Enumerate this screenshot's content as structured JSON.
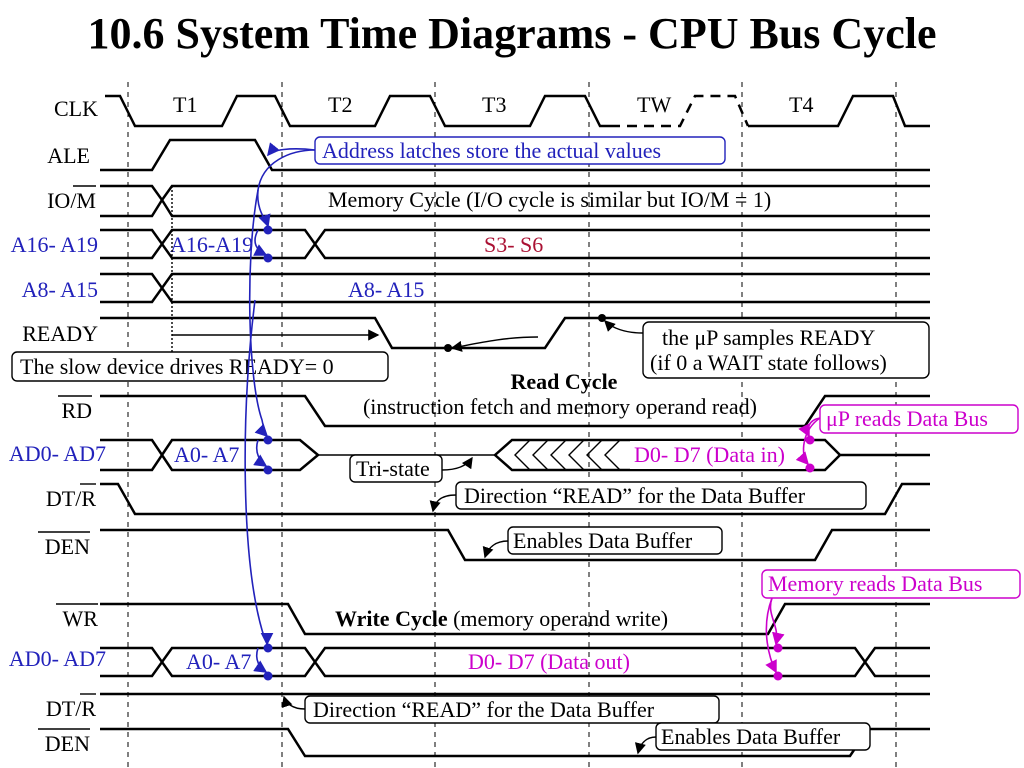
{
  "title": "10.6 System Time Diagrams - CPU Bus Cycle",
  "signals": {
    "clk": "CLK",
    "ale": "ALE",
    "io_m": "IO/M",
    "a16_19": "A16- A19",
    "a8_15": "A8- A15",
    "ready": "READY",
    "rd": "RD",
    "ad0_7_read": "AD0- AD7",
    "dtr_read": "DT/R",
    "den_read": "DEN",
    "wr": "WR",
    "ad0_7_write": "AD0- AD7",
    "dtr_write": "DT/R",
    "den_write": "DEN"
  },
  "states": {
    "t1": "T1",
    "t2": "T2",
    "t3": "T3",
    "tw": "TW",
    "t4": "T4"
  },
  "waveform_text": {
    "a16_19_addr": "A16-A19",
    "s3_s6": "S3- S6",
    "a8_15_addr": "A8- A15",
    "a0_7_read": "A0- A7",
    "d0_7_in": "D0- D7 (Data in)",
    "a0_7_write": "A0- A7",
    "d0_7_out": "D0- D7 (Data out)"
  },
  "annotations": {
    "address_latches": "Address latches store the actual values",
    "memory_cycle": "Memory Cycle (I/O cycle is similar but IO/M = 1)",
    "slow_device": "The slow device drives READY= 0",
    "samples_ready_1": "the μP samples READY",
    "samples_ready_2": "(if 0 a WAIT state follows)",
    "read_cycle_title": "Read Cycle",
    "read_cycle_desc": "(instruction fetch and memory operand read)",
    "up_reads": "μP reads Data Bus",
    "tri_state": "Tri-state",
    "direction_read_1": "Direction “READ” for the Data Buffer",
    "enables_buffer_1": "Enables Data Buffer",
    "memory_reads": "Memory reads Data Bus",
    "write_cycle_title": "Write Cycle",
    "write_cycle_desc": "(memory operand write)",
    "direction_read_2": "Direction “READ” for the Data Buffer",
    "enables_buffer_2": "Enables Data Buffer"
  },
  "colors": {
    "address_blue": "#2222bb",
    "data_magenta": "#cc00cc",
    "status_red": "#aa1133"
  }
}
